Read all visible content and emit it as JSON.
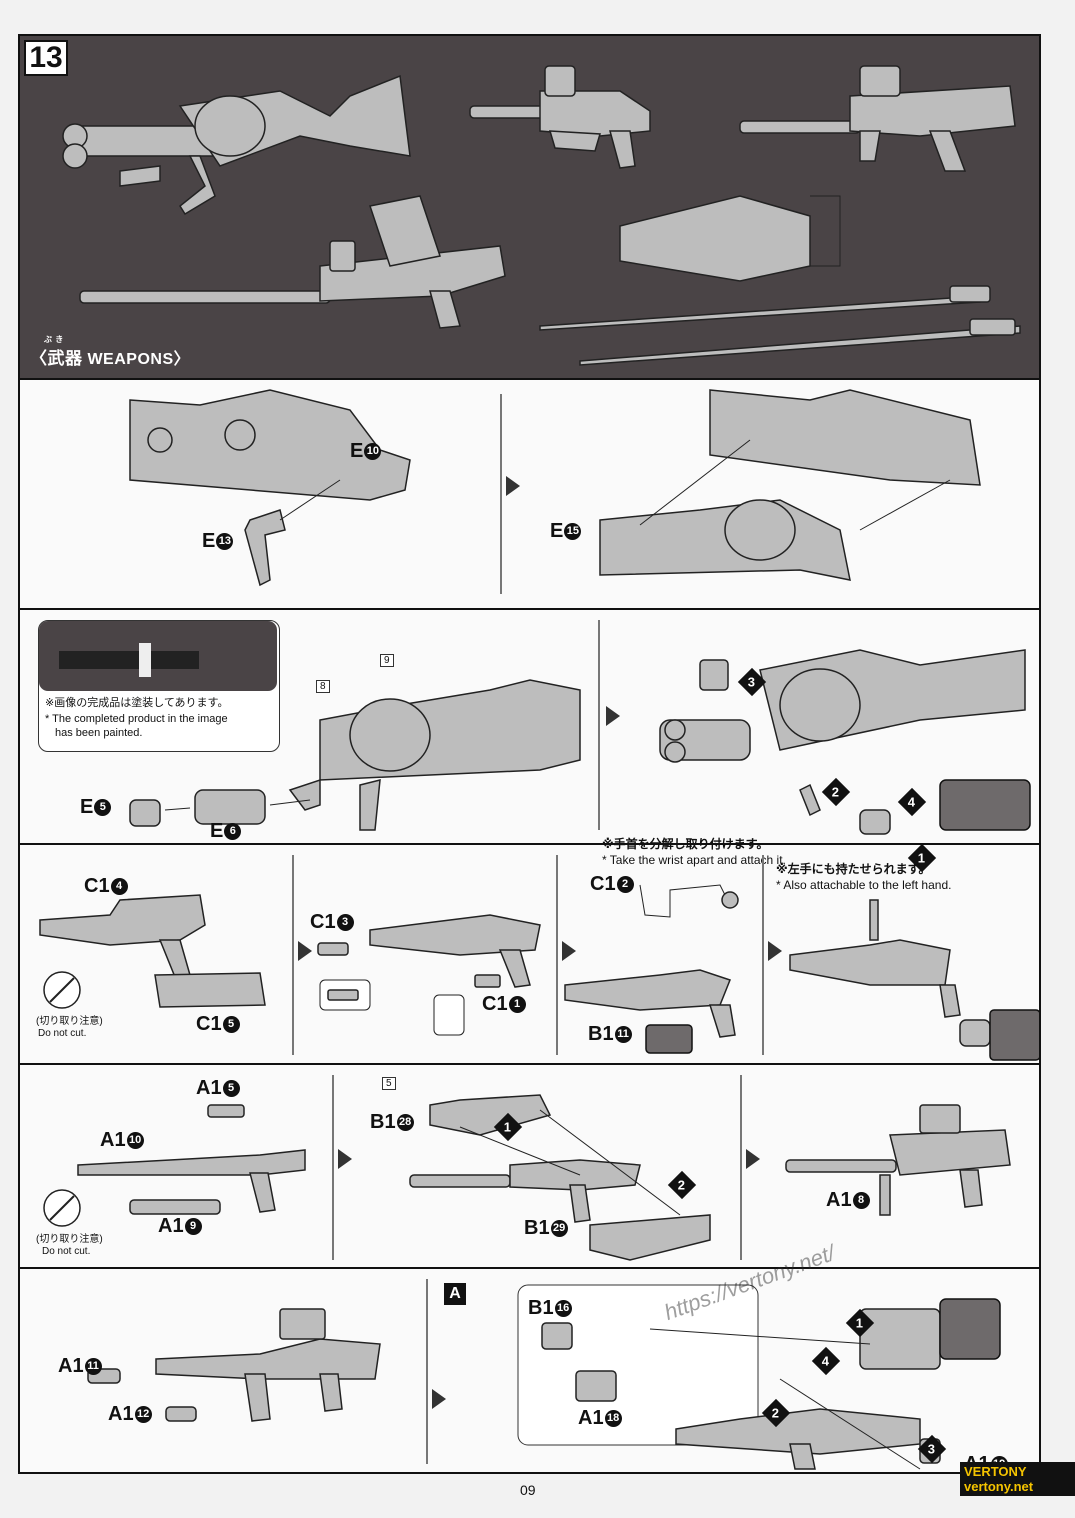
{
  "step_number": "13",
  "header": {
    "label_jp": "〈武器",
    "label_ruby": "ぶ き",
    "label_en": "WEAPONS〉"
  },
  "panels": {
    "p1": {
      "left_top_part": "E",
      "left_top_num": "10",
      "left_bottom_part": "E",
      "left_bottom_num": "13",
      "right_part": "E",
      "right_num": "15"
    },
    "p2": {
      "note_jp": "※画像の完成品は塗装してあります。",
      "note_en_1": "* The completed product in the image",
      "note_en_2": "has been painted.",
      "tag1": "8",
      "tag2": "9",
      "part_a": "E",
      "part_a_num": "5",
      "part_b": "E",
      "part_b_num": "6",
      "wrist_note_jp": "※手首を分解し取り付けます。",
      "wrist_note_en": "* Take the wrist apart and attach it.",
      "steps": [
        "1",
        "2",
        "3",
        "4"
      ]
    },
    "p3": {
      "c14": "C1",
      "c14_num": "4",
      "c15": "C1",
      "c15_num": "5",
      "c13": "C1",
      "c13_num": "3",
      "c11": "C1",
      "c11_num": "1",
      "c12": "C1",
      "c12_num": "2",
      "b111": "B1",
      "b111_num": "11",
      "cut_jp": "(切り取り注意)",
      "cut_en": "Do not cut.",
      "left_note_jp": "※左手にも持たせられます。",
      "left_note_en": "* Also attachable to the left hand."
    },
    "p4": {
      "a15": "A1",
      "a15_num": "5",
      "a110": "A1",
      "a110_num": "10",
      "a19": "A1",
      "a19_num": "9",
      "cut_jp": "(切り取り注意)",
      "cut_en": "Do not cut.",
      "tag": "5",
      "b128": "B1",
      "b128_num": "28",
      "b129": "B1",
      "b129_num": "29",
      "a18": "A1",
      "a18_num": "8",
      "steps": [
        "1",
        "2"
      ]
    },
    "p5": {
      "a111": "A1",
      "a111_num": "11",
      "a112": "A1",
      "a112_num": "12",
      "box": "A",
      "b116": "B1",
      "b116_num": "16",
      "a118": "A1",
      "a118_num": "18",
      "a119": "A1",
      "a119_num": "19",
      "steps": [
        "1",
        "2",
        "3",
        "4"
      ]
    }
  },
  "page_number": "09",
  "watermark": "https://vertony.net/",
  "corner_logo": "VERTONY vertony.net"
}
